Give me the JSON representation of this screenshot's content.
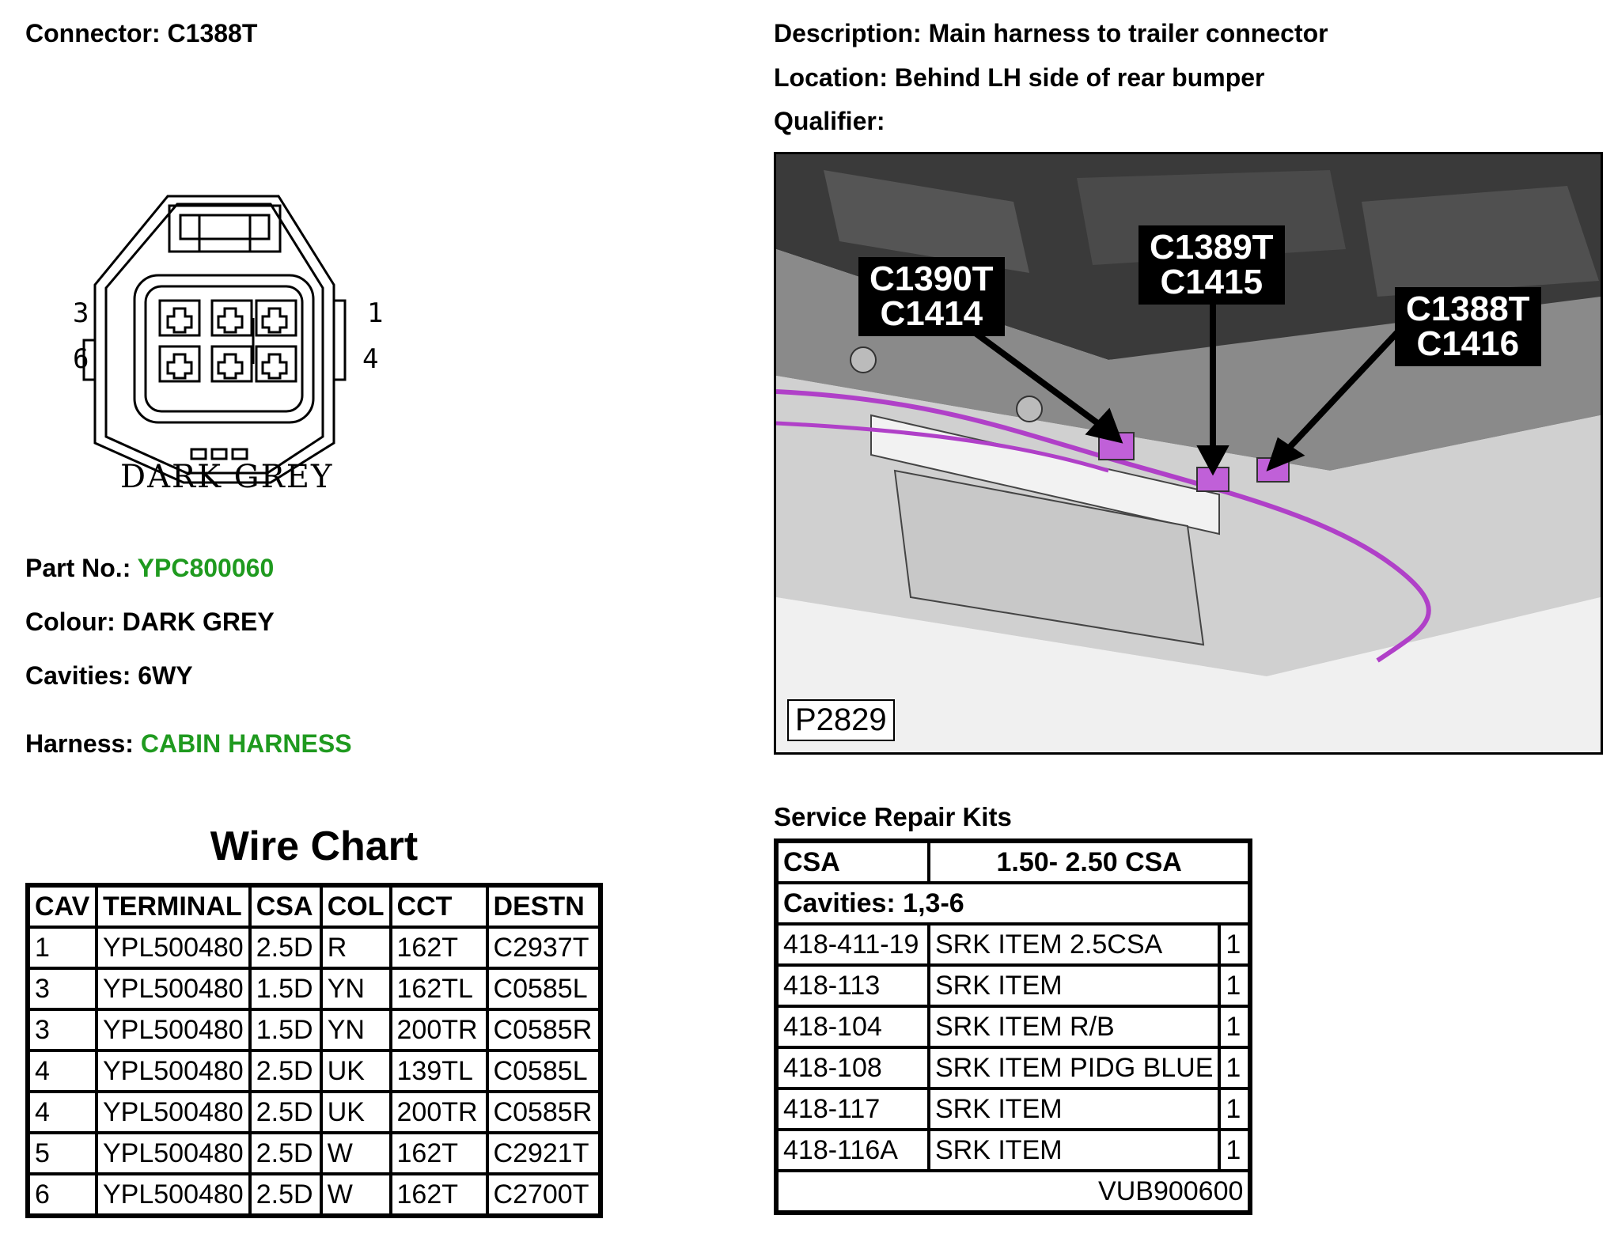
{
  "connector": {
    "label": "Connector:",
    "value": "C1388T"
  },
  "description": {
    "label": "Description:",
    "value": "Main harness to trailer connector"
  },
  "location": {
    "label": "Location:",
    "value": "Behind LH side of rear bumper"
  },
  "qualifier": {
    "label": "Qualifier:",
    "value": ""
  },
  "face": {
    "caption": "DARK GREY",
    "pin_labels": {
      "top_left": "3",
      "bottom_left": "6",
      "top_right": "1",
      "bottom_right": "4"
    }
  },
  "part_no": {
    "label": "Part No.:",
    "value": "YPC800060"
  },
  "colour": {
    "label": "Colour:",
    "value": "DARK GREY"
  },
  "cavities": {
    "label": "Cavities:",
    "value": "6WY"
  },
  "harness": {
    "label": "Harness:",
    "value": "CABIN HARNESS"
  },
  "photo": {
    "callouts": [
      {
        "line1": "C1390T",
        "line2": "C1414"
      },
      {
        "line1": "C1389T",
        "line2": "C1415"
      },
      {
        "line1": "C1388T",
        "line2": "C1416"
      }
    ],
    "ref": "P2829"
  },
  "wire_chart": {
    "title": "Wire Chart",
    "headers": [
      "CAV",
      "TERMINAL",
      "CSA",
      "COL",
      "CCT",
      "DESTN"
    ],
    "rows": [
      [
        "1",
        "YPL500480",
        "2.5D",
        "R",
        "162T",
        "C2937T"
      ],
      [
        "3",
        "YPL500480",
        "1.5D",
        "YN",
        "162TL",
        "C0585L"
      ],
      [
        "3",
        "YPL500480",
        "1.5D",
        "YN",
        "200TR",
        "C0585R"
      ],
      [
        "4",
        "YPL500480",
        "2.5D",
        "UK",
        "139TL",
        "C0585L"
      ],
      [
        "4",
        "YPL500480",
        "2.5D",
        "UK",
        "200TR",
        "C0585R"
      ],
      [
        "5",
        "YPL500480",
        "2.5D",
        "W",
        "162T",
        "C2921T"
      ],
      [
        "6",
        "YPL500480",
        "2.5D",
        "W",
        "162T",
        "C2700T"
      ]
    ]
  },
  "service_kits": {
    "title": "Service Repair Kits",
    "csa_label": "CSA",
    "csa_value": "1.50- 2.50 CSA",
    "cavities": "Cavities: 1,3-6",
    "items": [
      [
        "418-411-19",
        "SRK ITEM 2.5CSA",
        "1"
      ],
      [
        "418-113",
        "SRK ITEM",
        "1"
      ],
      [
        "418-104",
        "SRK ITEM R/B",
        "1"
      ],
      [
        "418-108",
        "SRK ITEM PIDG BLUE",
        "1"
      ],
      [
        "418-117",
        "SRK ITEM",
        "1"
      ],
      [
        "418-116A",
        "SRK ITEM",
        "1"
      ]
    ],
    "footer": "VUB900600"
  },
  "colors": {
    "green_link": "#1f9a1f",
    "harness_wire": "#b040c8"
  }
}
